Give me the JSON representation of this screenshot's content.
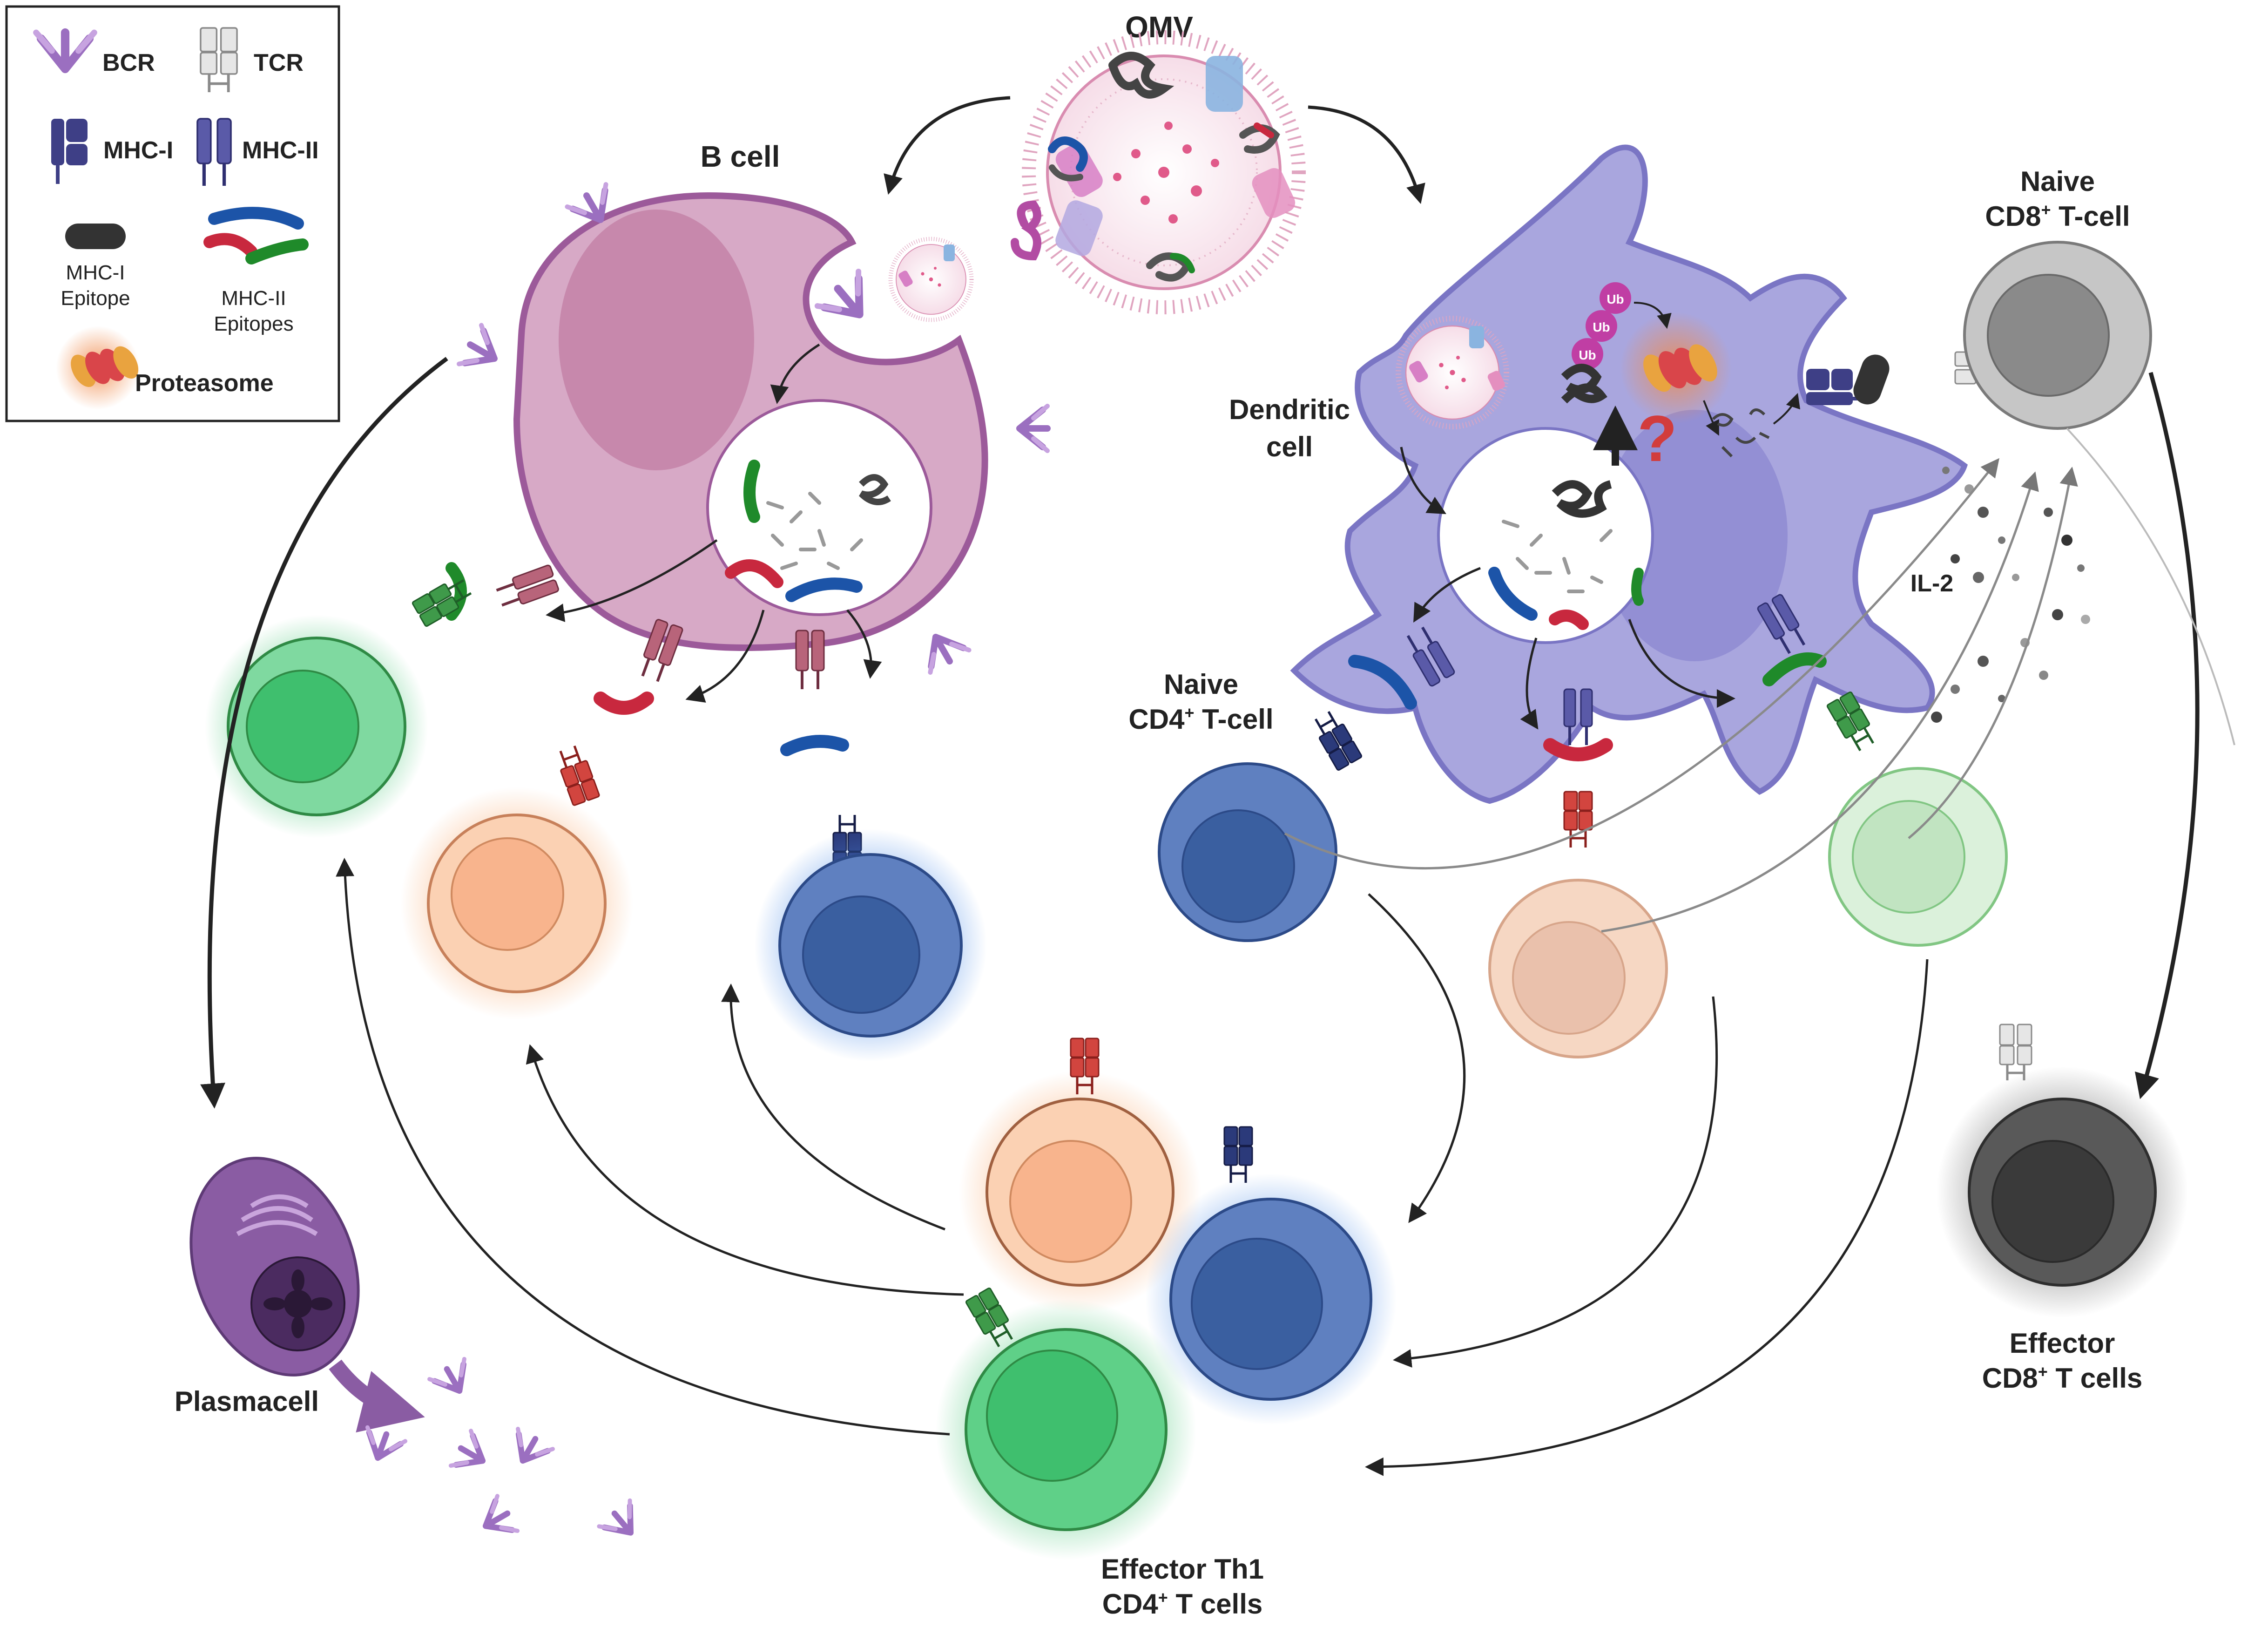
{
  "legend": {
    "bcr": "BCR",
    "tcr": "TCR",
    "mhc1": "MHC-I",
    "mhc2": "MHC-II",
    "mhc1_epitope_line1": "MHC-I",
    "mhc1_epitope_line2": "Epitope",
    "mhc2_epitopes_line1": "MHC-II",
    "mhc2_epitopes_line2": "Epitopes",
    "proteasome": "Proteasome"
  },
  "labels": {
    "omv": "OMV",
    "b_cell": "B cell",
    "dendritic_line1": "Dendritic",
    "dendritic_line2": "cell",
    "naive_cd8_line1": "Naive",
    "naive_cd8_prefix": "CD8",
    "naive_cd8_sup": "+",
    "naive_cd8_suffix": " T-cell",
    "naive_cd4_line1": "Naive",
    "naive_cd4_prefix": "CD4",
    "naive_cd4_sup": "+",
    "naive_cd4_suffix": " T-cell",
    "il2": "IL-2",
    "plasmacell": "Plasmacell",
    "effector_th1_line1": "Effector Th1",
    "effector_th1_prefix": "CD4",
    "effector_th1_sup": "+",
    "effector_th1_suffix": " T cells",
    "effector_cd8_line1": "Effector",
    "effector_cd8_prefix": "CD8",
    "effector_cd8_sup": "+",
    "effector_cd8_suffix": " T cells",
    "question_mark": "?",
    "ub": "Ub"
  },
  "colors": {
    "bcr": "#9b6fc0",
    "tcr": "#d9d9d9",
    "mhc1": "#3e3f86",
    "mhc2": "#5a5aa8",
    "b_cell": "#d7a9c6",
    "b_cell_border": "#9c5a9a",
    "dendritic": "#a9a6de",
    "dendritic_border": "#7a75c4",
    "green_t": "#4cc77a",
    "orange_t": "#f7b98f",
    "blue_t": "#4f73b5",
    "gray_t": "#9a9a9a",
    "dark_t": "#4a4a4a",
    "plasma": "#8a5ca3",
    "epitope_red": "#c8283e",
    "epitope_green": "#1f8a2a",
    "epitope_blue": "#1c54a8",
    "proteasome": "#f08a4b"
  }
}
